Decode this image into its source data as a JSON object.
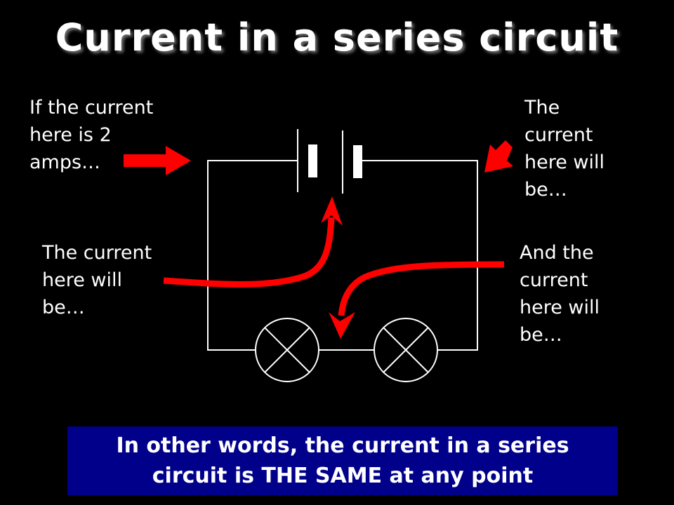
{
  "slide": {
    "title": "Current in a series circuit",
    "labels": {
      "top_left": "If the current\nhere is 2\namps…",
      "top_right": "The\ncurrent\nhere will\nbe…",
      "middle_left": "The current\nhere will\nbe…",
      "middle_right": "And the\ncurrent\nhere will\nbe…"
    },
    "summary": "In other words, the current in a series\ncircuit is THE SAME at any point"
  },
  "circuit": {
    "components": [
      "cell",
      "cell",
      "lamp",
      "lamp"
    ],
    "connection": "series"
  },
  "colors": {
    "background": "#000000",
    "wire": "#ffffff",
    "arrow": "#ff0000",
    "summary_box": "#00008b"
  }
}
